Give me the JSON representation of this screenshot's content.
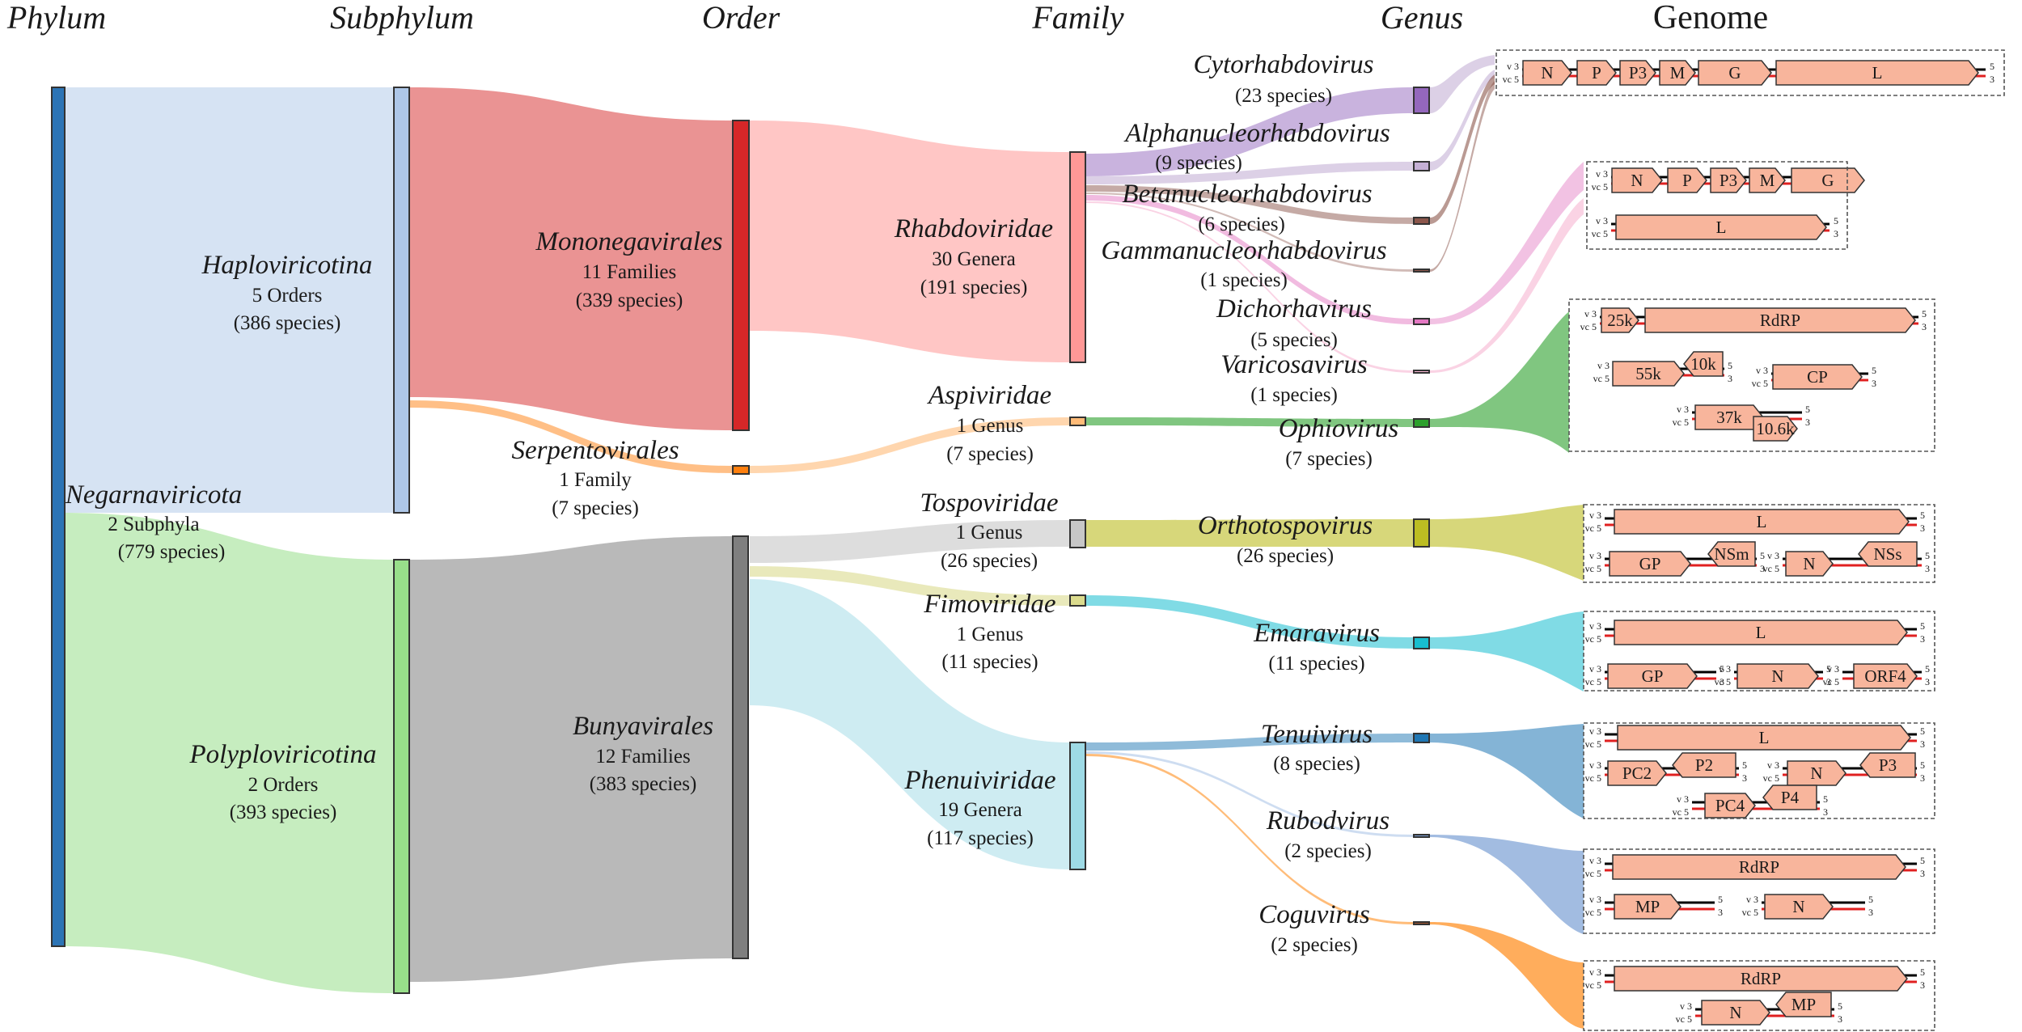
{
  "headers": {
    "phylum": "Phylum",
    "subphylum": "Subphylum",
    "order": "Order",
    "family": "Family",
    "genus": "Genus",
    "genome": "Genome"
  },
  "nodes": {
    "negarnaviricota": {
      "name": "Negarnaviricota",
      "sub1": "2 Subphyla",
      "sub2": "(779 species)",
      "color": "#2c74b5"
    },
    "haploviricotina": {
      "name": "Haploviricotina",
      "sub1": "5 Orders",
      "sub2": "(386 species)",
      "color": "#aec7e8"
    },
    "polyploviricotina": {
      "name": "Polyploviricotina",
      "sub1": "2 Orders",
      "sub2": "(393 species)",
      "color": "#98df8a"
    },
    "mononegavirales": {
      "name": "Mononegavirales",
      "sub1": "11 Families",
      "sub2": "(339 species)",
      "color": "#d62728"
    },
    "serpentovirales": {
      "name": "Serpentovirales",
      "sub1": "1 Family",
      "sub2": "(7 species)",
      "color": "#ff7f0e"
    },
    "bunyavirales": {
      "name": "Bunyavirales",
      "sub1": "12 Families",
      "sub2": "(383 species)",
      "color": "#7f7f7f"
    },
    "rhabdoviridae": {
      "name": "Rhabdoviridae",
      "sub1": "30 Genera",
      "sub2": "(191 species)",
      "color": "#ff9896"
    },
    "aspiviridae": {
      "name": "Aspiviridae",
      "sub1": "1 Genus",
      "sub2": "(7 species)",
      "color": "#ffbb78"
    },
    "tospoviridae": {
      "name": "Tospoviridae",
      "sub1": "1 Genus",
      "sub2": "(26 species)",
      "color": "#c7c7c7"
    },
    "fimoviridae": {
      "name": "Fimoviridae",
      "sub1": "1 Genus",
      "sub2": "(11 species)",
      "color": "#dbdb8d"
    },
    "phenuiviridae": {
      "name": "Phenuiviridae",
      "sub1": "19 Genera",
      "sub2": "(117 species)",
      "color": "#9edae5"
    },
    "cytorhabdovirus": {
      "name": "Cytorhabdovirus",
      "sub2": "(23 species)",
      "color": "#9467bd"
    },
    "alphanucleorhabdovirus": {
      "name": "Alphanucleorhabdovirus",
      "sub2": "(9 species)",
      "color": "#c5b0d5"
    },
    "betanucleorhabdovirus": {
      "name": "Betanucleorhabdovirus",
      "sub2": "(6 species)",
      "color": "#8c564b"
    },
    "gammanucleorhabdovirus": {
      "name": "Gammanucleorhabdovirus",
      "sub2": "(1 species)",
      "color": "#8c564b"
    },
    "dichorhavirus": {
      "name": "Dichorhavirus",
      "sub2": "(5 species)",
      "color": "#e377c2"
    },
    "varicosavirus": {
      "name": "Varicosavirus",
      "sub2": "(1 species)",
      "color": "#f7b6d2"
    },
    "ophiovirus": {
      "name": "Ophiovirus",
      "sub2": "(7 species)",
      "color": "#2ca02c"
    },
    "orthotospovirus": {
      "name": "Orthotospovirus",
      "sub2": "(26 species)",
      "color": "#bcbd22"
    },
    "emaravirus": {
      "name": "Emaravirus",
      "sub2": "(11 species)",
      "color": "#17becf"
    },
    "tenuivirus": {
      "name": "Tenuivirus",
      "sub2": "(8 species)",
      "color": "#1f77b4"
    },
    "rubodvirus": {
      "name": "Rubodvirus",
      "sub2": "(2 species)",
      "color": "#7b9fd4"
    },
    "coguvirus": {
      "name": "Coguvirus",
      "sub2": "(2 species)",
      "color": "#a0522d"
    }
  },
  "genomes": {
    "g1": [
      "N",
      "P",
      "P3",
      "M",
      "G",
      "L"
    ],
    "g2a": [
      "N",
      "P",
      "P3",
      "M",
      "G"
    ],
    "g2b": [
      "L"
    ],
    "g3a": [
      "25k",
      "RdRP"
    ],
    "g3b": [
      "55k",
      "10k",
      "CP"
    ],
    "g3c": [
      "37k",
      "10.6k"
    ],
    "g4a": [
      "L"
    ],
    "g4b": [
      "GP",
      "NSm",
      "N",
      "NSs"
    ],
    "g5a": [
      "L"
    ],
    "g5b": [
      "GP",
      "N",
      "ORF4"
    ],
    "g6a": [
      "L"
    ],
    "g6b": [
      "PC2",
      "P2",
      "N",
      "P3"
    ],
    "g6c": [
      "PC4",
      "P4"
    ],
    "g7a": [
      "RdRP"
    ],
    "g7b": [
      "MP",
      "N"
    ],
    "g8a": [
      "RdRP"
    ],
    "g8b": [
      "N",
      "MP"
    ]
  },
  "term": {
    "v3": "v 3",
    "vc5": "vc 5",
    "p5": "5",
    "p3": "3"
  }
}
